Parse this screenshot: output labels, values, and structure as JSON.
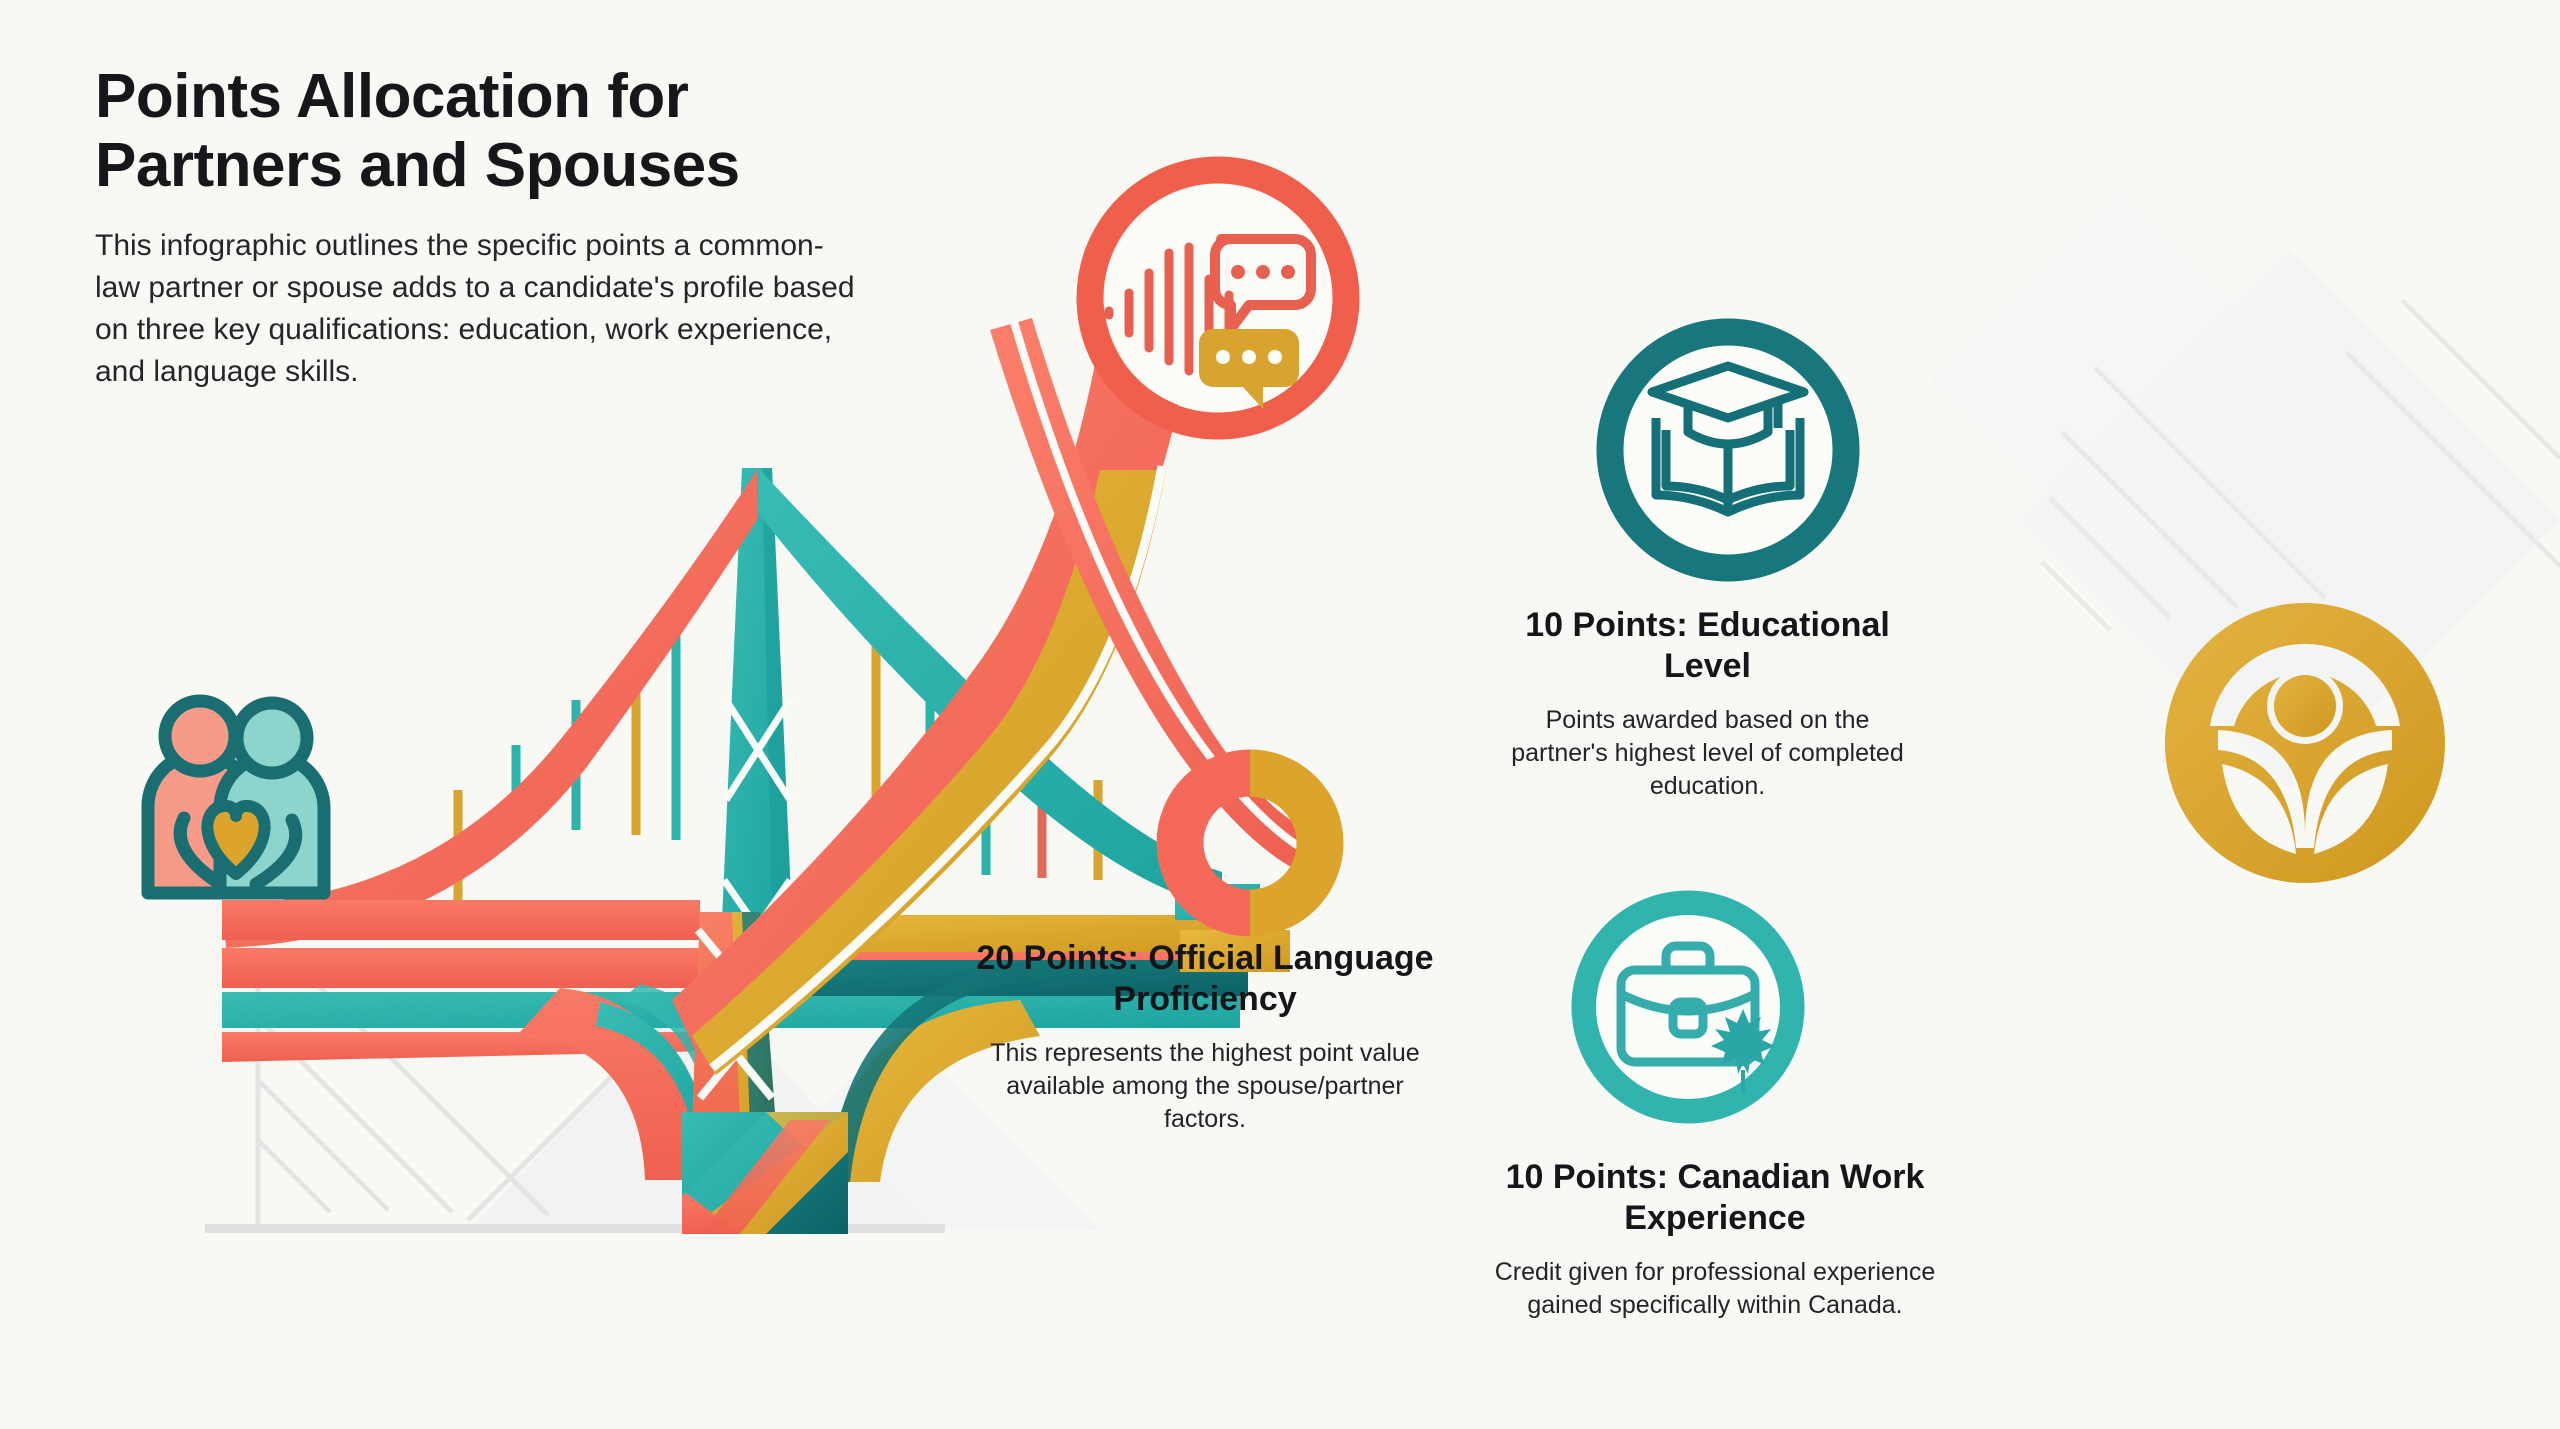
{
  "page": {
    "background_color": "#f8f8f4",
    "title": "Points Allocation for Partners and Spouses",
    "intro": "This infographic outlines the specific points a common-law partner or spouse adds to a candidate's profile based on three key qualifications: education, work experience, and language skills."
  },
  "palette": {
    "coral": "#f4695a",
    "coral_light": "#f98d7c",
    "gold": "#dca42c",
    "gold_light": "#e8bb4e",
    "teal": "#2bb3ac",
    "teal_dark": "#157a7f",
    "teal_deep": "#0f6f72",
    "ink": "#16151a",
    "watermark": "#e4e6e6"
  },
  "captions": [
    {
      "id": "language",
      "title": "20 Points: Official Language Proficiency",
      "body": "This represents the highest point value available among the spouse/partner factors.",
      "points": 20,
      "accent": "#f4695a"
    },
    {
      "id": "education",
      "title": "10 Points: Educational Level",
      "body": "Points awarded based on the partner's highest level of completed education.",
      "points": 10,
      "accent": "#157a7f"
    },
    {
      "id": "work",
      "title": "10 Points: Canadian Work Experience",
      "body": "Credit given for professional experience gained specifically within Canada.",
      "points": 10,
      "accent": "#2bb3ac"
    }
  ],
  "icons": {
    "language": "speech-waveform-icon",
    "education": "graduation-cap-book-icon",
    "work": "briefcase-maple-leaf-icon",
    "couple": "couple-heart-icon",
    "brand": "person-leaves-logo-icon",
    "bridge": "suspension-bridge-illustration",
    "ring": "donut-ring-icon"
  }
}
